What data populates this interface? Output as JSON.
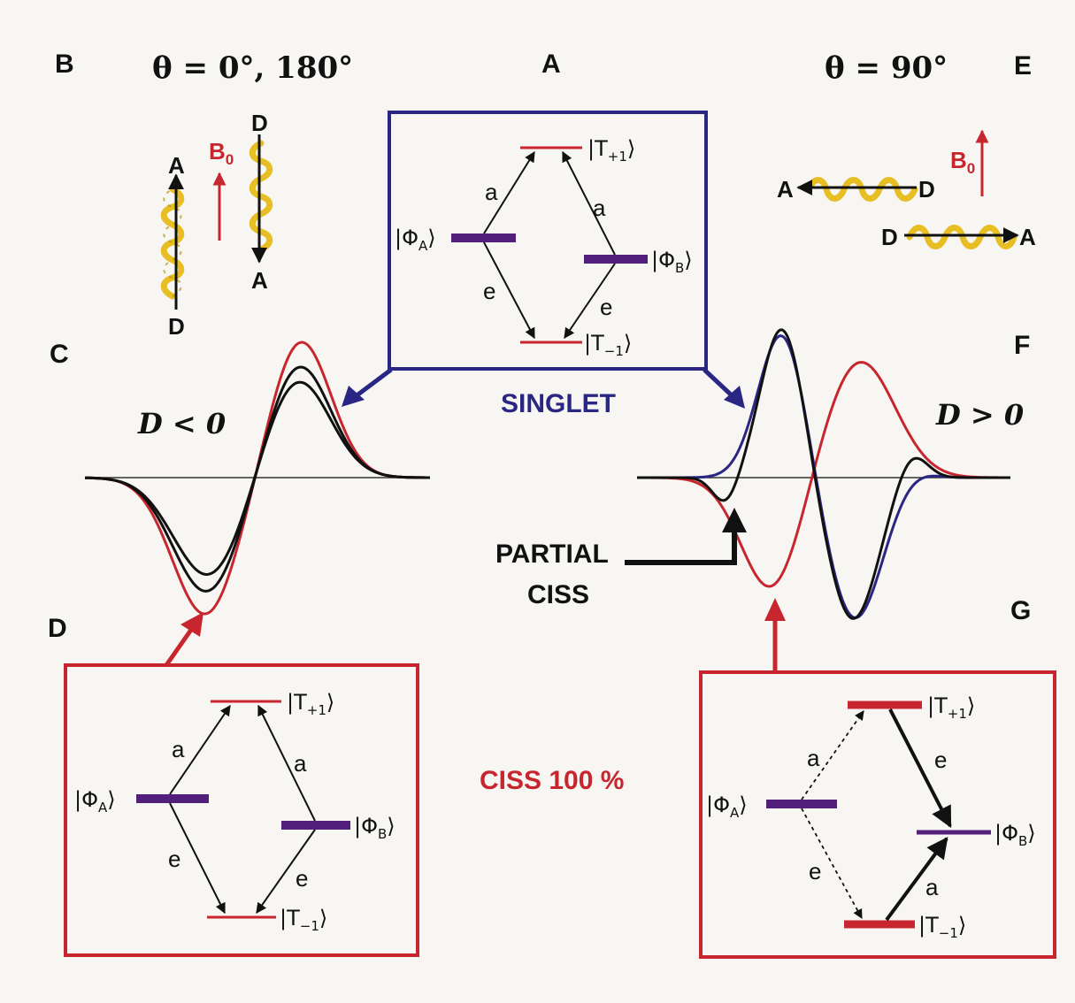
{
  "panels": {
    "A": "A",
    "B": "B",
    "C": "C",
    "D": "D",
    "E": "E",
    "F": "F",
    "G": "G"
  },
  "angles": {
    "left": "θ = 0°, 180°",
    "right": "θ = 90°"
  },
  "field": {
    "main": "B",
    "sub": "0"
  },
  "donor": "D",
  "acceptor": "A",
  "states": {
    "t_plus": {
      "prefix": "|T",
      "sub": "+1",
      "suffix": "⟩"
    },
    "t_minus": {
      "prefix": "|T",
      "sub": "−1",
      "suffix": "⟩"
    },
    "phi_a": {
      "prefix": "|Φ",
      "sub": "A",
      "suffix": "⟩"
    },
    "phi_b": {
      "prefix": "|Φ",
      "sub": "B",
      "suffix": "⟩"
    }
  },
  "transitions": {
    "absorption": "a",
    "emission": "e"
  },
  "labels": {
    "singlet": "SINGLET",
    "partial_line1": "PARTIAL",
    "partial_line2": "CISS",
    "ciss_full": "CISS 100 %",
    "d_negative": "D < 0",
    "d_positive": "D > 0"
  },
  "colors": {
    "navy": "#2a2683",
    "red": "#c8262f",
    "purple_level": "#52207a",
    "black": "#111111",
    "helix": "#e7bf24"
  }
}
